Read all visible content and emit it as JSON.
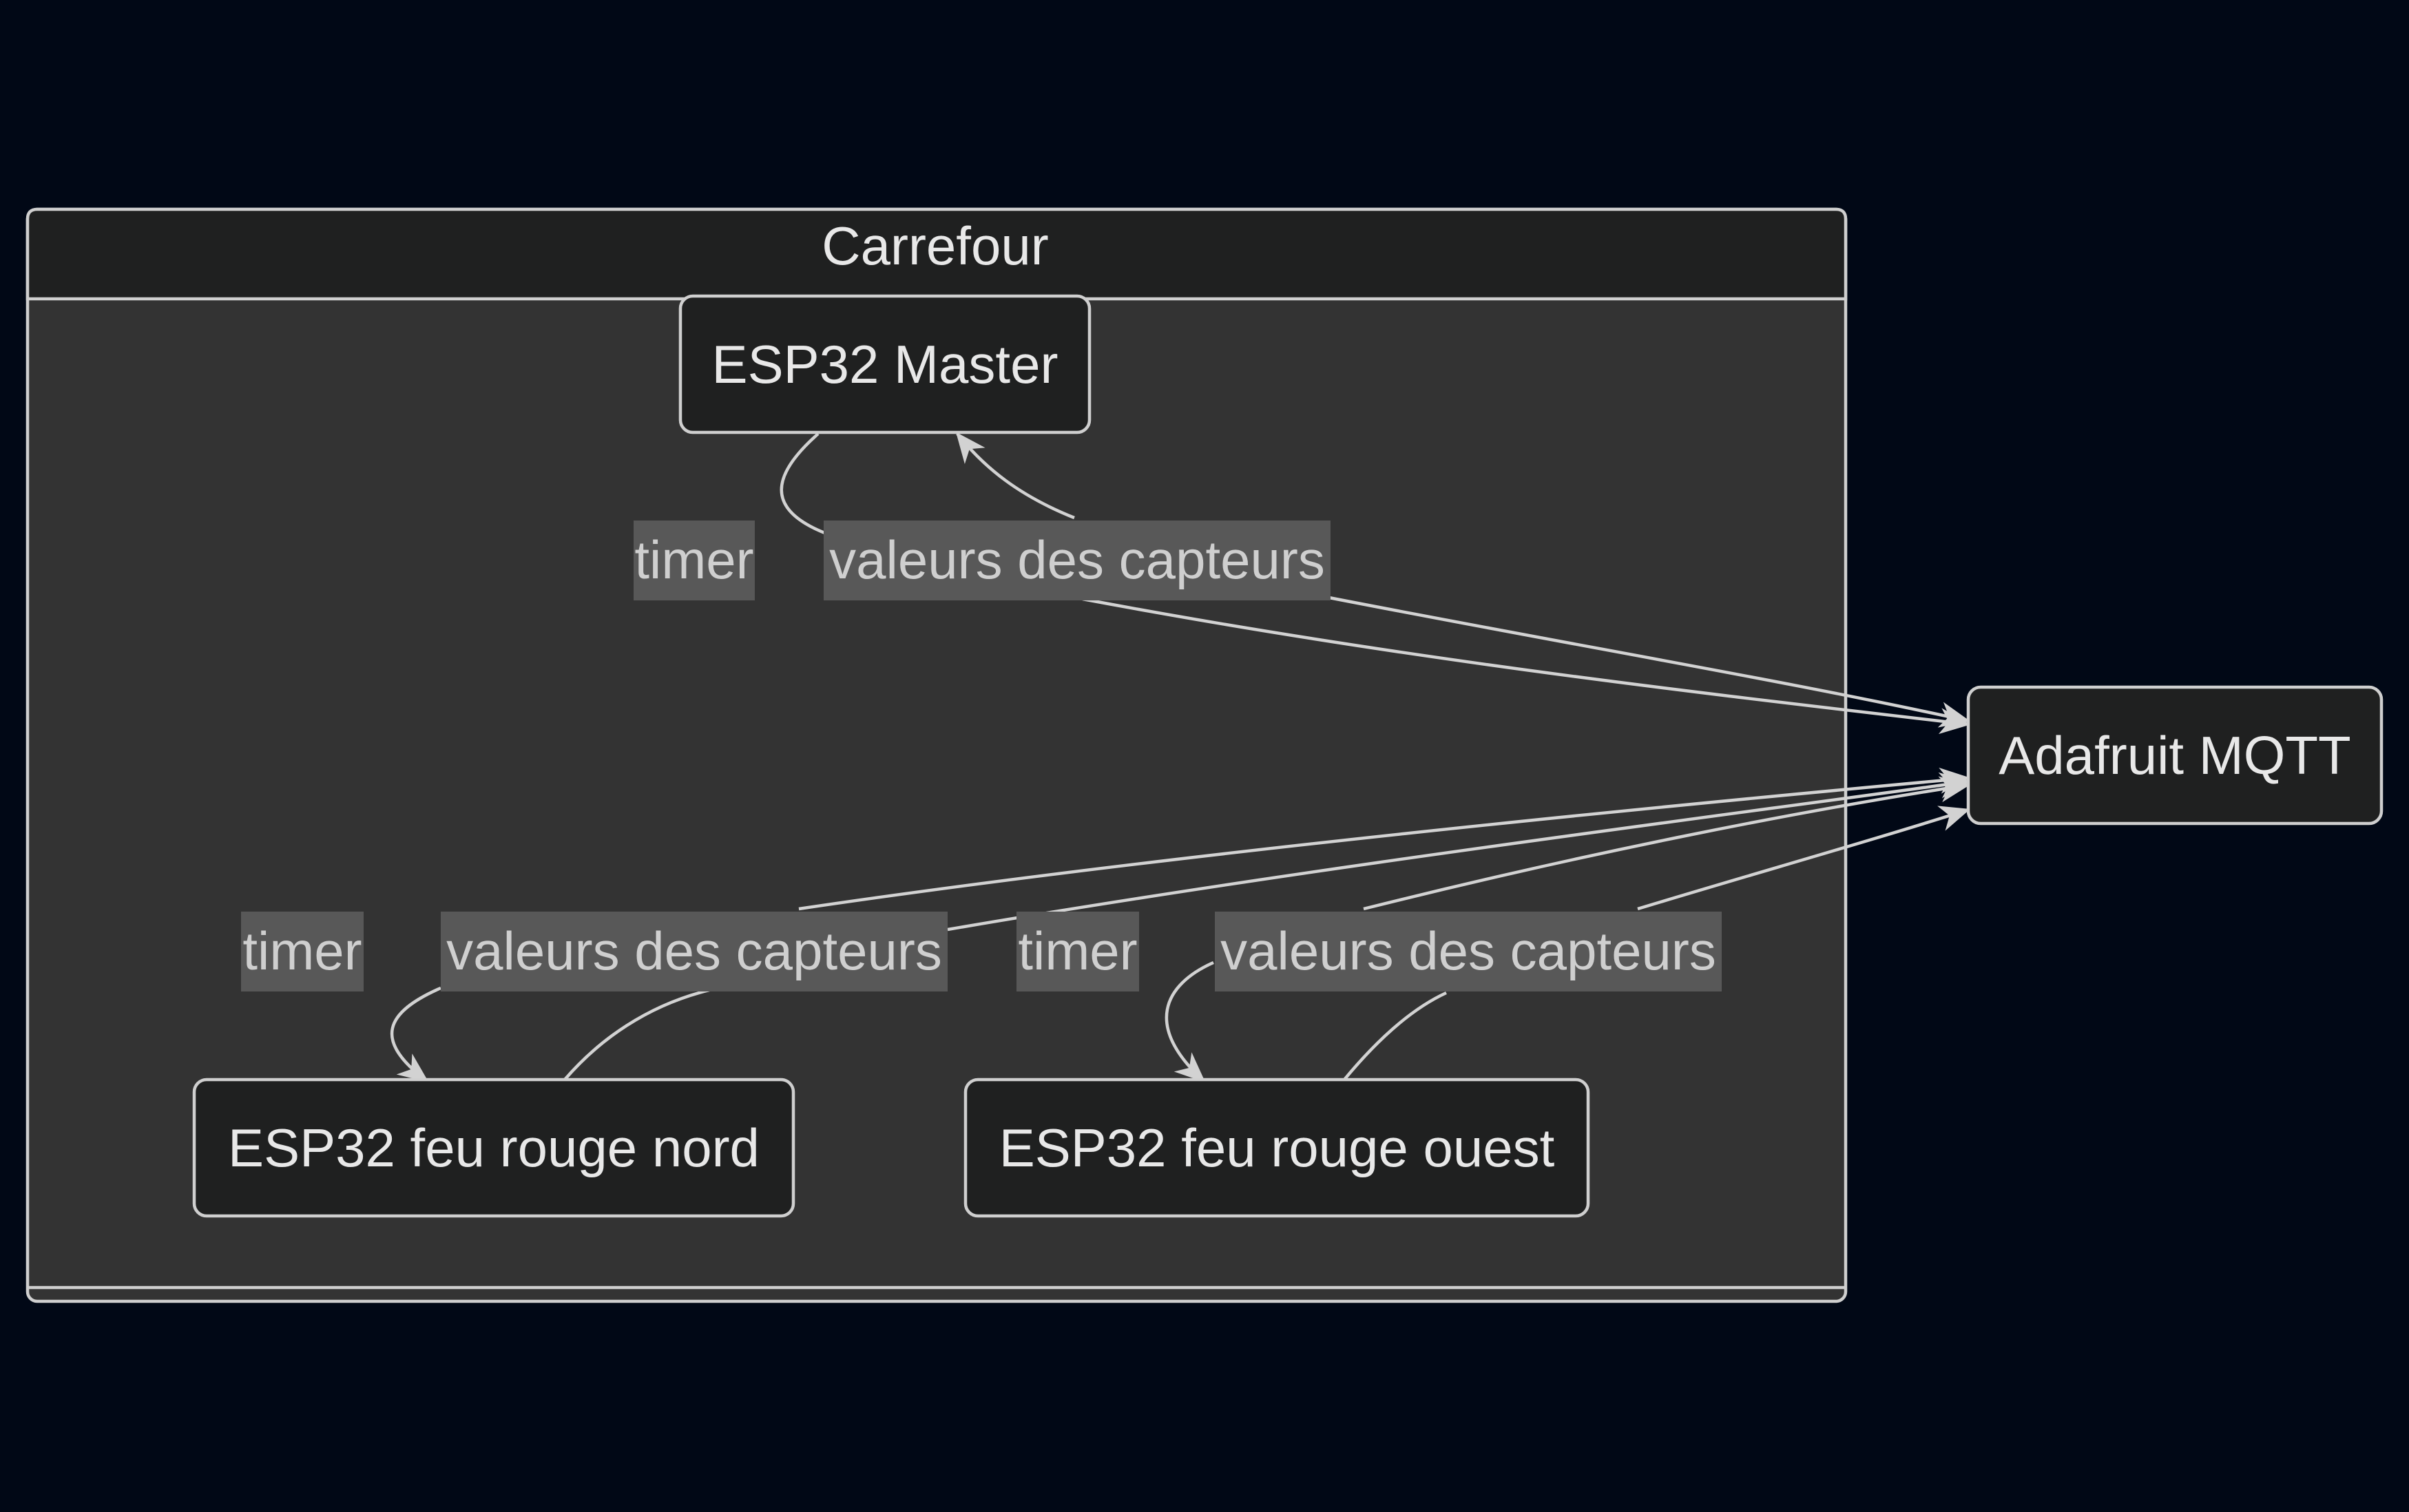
{
  "cluster": {
    "title": "Carrefour"
  },
  "nodes": {
    "master": "ESP32 Master",
    "nord": "ESP32 feu rouge nord",
    "ouest": "ESP32 feu rouge ouest",
    "mqtt": "Adafruit MQTT"
  },
  "edges": {
    "master_timer": "timer",
    "master_capteurs": "valeurs des capteurs",
    "nord_timer": "timer",
    "nord_capteurs": "valeurs des capteurs",
    "ouest_timer": "timer",
    "ouest_capteurs": "valeurs des capteurs"
  },
  "colors": {
    "background": "#010816",
    "cluster_fill": "#333333",
    "node_fill": "#1f2020",
    "stroke": "#cfcfcf",
    "label_bg": "#585858"
  }
}
